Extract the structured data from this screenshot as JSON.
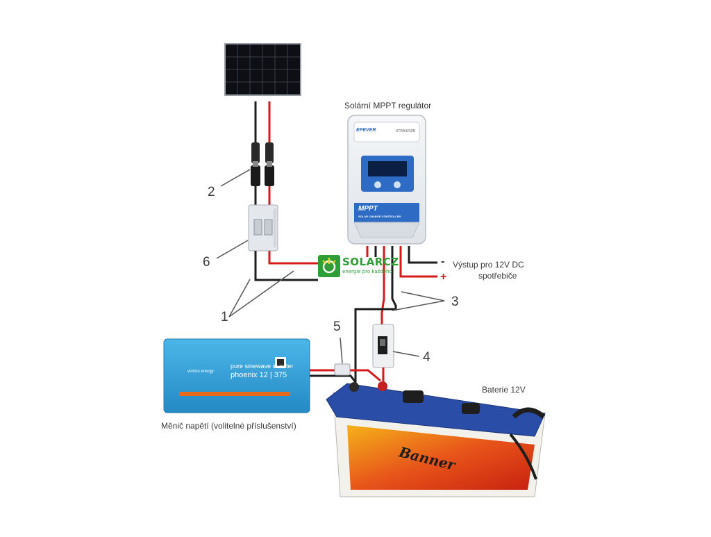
{
  "labels": {
    "controller_title": "Solární MPPT regulátor",
    "output_title": "Výstup pro 12V DC",
    "output_subtitle": "spotřebiče",
    "output_minus": "-",
    "output_plus": "+",
    "battery": "Baterie 12V",
    "inverter": "Měnič napětí (volitelné příslušenství)"
  },
  "callouts": [
    "1",
    "2",
    "3",
    "4",
    "5",
    "6"
  ],
  "logo": {
    "name": "SOLARCZ",
    "tagline": "energie pro každého"
  },
  "device_text": {
    "controller_brand": "EPEVER",
    "controller_model": "XTRA4210N",
    "controller_mppt": "MPPT",
    "controller_sub": "SOLAR CHARGE CONTROLLER",
    "inverter_brand": "victron energy",
    "inverter_line1": "pure sinewave inverter",
    "inverter_line2": "phoenix 12 | 375",
    "battery_brand": "Banner"
  },
  "colors": {
    "wire_red": "#d61a1a",
    "wire_black": "#1d1d1d",
    "inverter_blue": "#2f9fd8",
    "battery_blue": "#2a4ea8",
    "logo_green": "#2f9e36"
  },
  "icons": [
    "solar-panel-icon",
    "mc4-connector-icon",
    "circuit-breaker-icon",
    "fuse-holder-icon",
    "dc-breaker-icon"
  ]
}
